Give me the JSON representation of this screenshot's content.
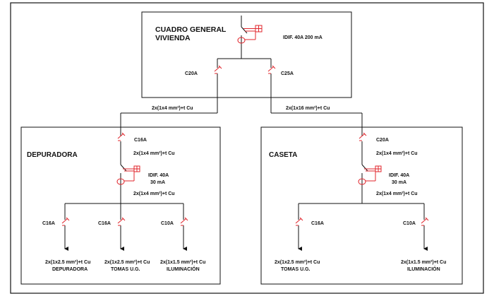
{
  "colors": {
    "line": "#111111",
    "protection_device": "#e0242b",
    "background": "#ffffff"
  },
  "main_panel": {
    "title_line1": "CUADRO GENERAL",
    "title_line2": "VIVIENDA",
    "differential": "IDIF. 40A 200 mA",
    "breaker_left": "C20A",
    "breaker_right": "C25A"
  },
  "feeders": {
    "left_cable": "2x(1x4 mm²)+t Cu",
    "right_cable": "2x(1x16 mm²)+t Cu"
  },
  "depuradora": {
    "title": "DEPURADORA",
    "input_breaker": "C16A",
    "input_cable": "2x(1x4 mm²)+t Cu",
    "differential_line1": "IDIF. 40A",
    "differential_line2": "30 mA",
    "bus_cable": "2x(1x4 mm²)+t Cu",
    "circuits": [
      {
        "breaker": "C16A",
        "cable": "2x(1x2.5 mm²)+t Cu",
        "name": "DEPURADORA"
      },
      {
        "breaker": "C16A",
        "cable": "2x(1x2.5 mm²)+t Cu",
        "name": "TOMAS U.G."
      },
      {
        "breaker": "C10A",
        "cable": "2x(1x1.5 mm²)+t Cu",
        "name": "ILUMINACIÓN"
      }
    ]
  },
  "caseta": {
    "title": "CASETA",
    "input_breaker": "C20A",
    "input_cable": "2x(1x4 mm²)+t Cu",
    "differential_line1": "IDIF. 40A",
    "differential_line2": "30 mA",
    "bus_cable": "2x(1x4 mm²)+t Cu",
    "circuits": [
      {
        "breaker": "C16A",
        "cable": "2x(1x2.5 mm²)+t Cu",
        "name": "TOMAS U.G."
      },
      {
        "breaker": "C10A",
        "cable": "2x(1x1.5 mm²)+t Cu",
        "name": "ILUMINACIÓN"
      }
    ]
  }
}
